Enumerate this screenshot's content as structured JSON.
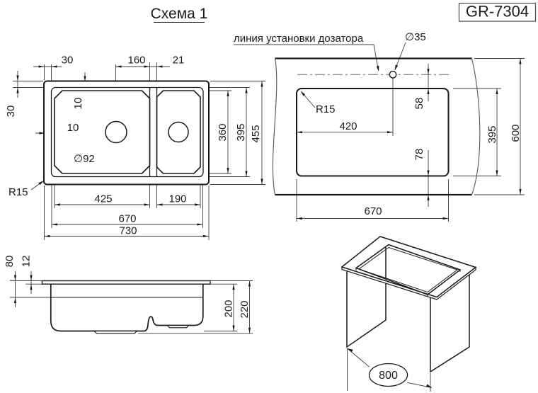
{
  "title": "Схема 1",
  "model": "GR-7304",
  "annotations": {
    "dispenser_line_label": "линия установки дозатора",
    "dispenser_hole_dia": "∅35",
    "drain_hole_dia": "∅92",
    "sink_corner_radius": "R15",
    "cutout_corner_radius": "R15"
  },
  "top_view_dims": {
    "edge_to_bowl_top": "30",
    "drain_to_divider": "160",
    "divider_width": "21",
    "edge_to_bowl_left": "30",
    "rim_offset_h": "10",
    "rim_offset_v": "10",
    "main_bowl_width": "425",
    "small_bowl_width": "190",
    "bowls_overall_width": "670",
    "overall_width": "730",
    "bowl_depth": "360",
    "bowls_overall_height": "395",
    "overall_height": "455"
  },
  "cutout_view_dims": {
    "cutout_left_to_hole": "420",
    "line_to_cutout": "58",
    "cutout_to_front_edge": "78",
    "cutout_height": "395",
    "countertop_depth": "600",
    "cutout_width": "670"
  },
  "side_view_dims": {
    "top_to_overflow": "80",
    "flange_height": "12",
    "bowl_depth": "200",
    "overall_depth": "220"
  },
  "cabinet_view_dims": {
    "cabinet_width": "800"
  }
}
